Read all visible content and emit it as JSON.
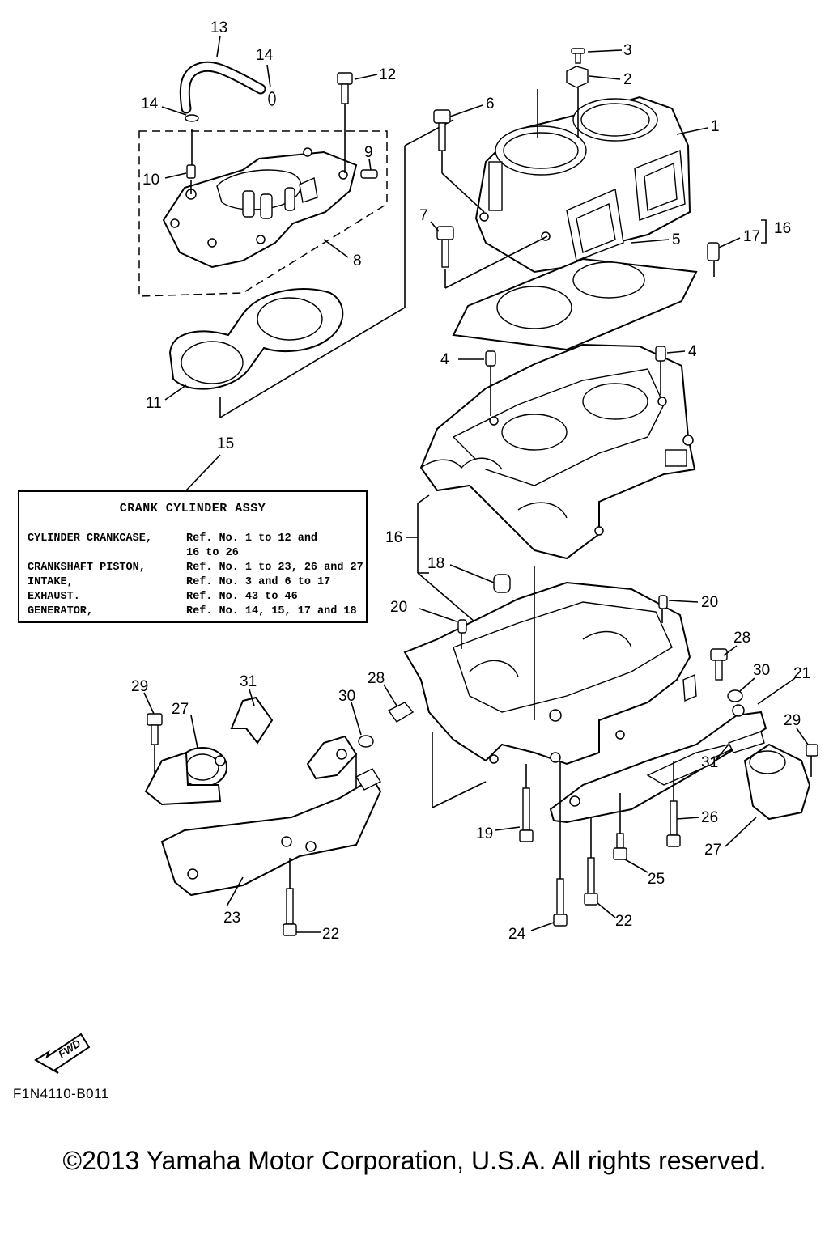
{
  "callouts": [
    "13",
    "14",
    "14",
    "12",
    "3",
    "2",
    "6",
    "1",
    "9",
    "10",
    "8",
    "7",
    "5",
    "17",
    "16",
    "11",
    "4",
    "4",
    "15",
    "16",
    "18",
    "20",
    "20",
    "28",
    "29",
    "31",
    "30",
    "28",
    "30",
    "21",
    "27",
    "29",
    "31",
    "19",
    "26",
    "27",
    "25",
    "23",
    "22",
    "24",
    "22"
  ],
  "assembly_box": {
    "title": "CRANK CYLINDER ASSY",
    "rows": [
      {
        "key": "CYLINDER CRANKCASE,",
        "value": "Ref. No. 1 to 12 and"
      },
      {
        "key": "",
        "value": "16 to 26"
      },
      {
        "key": "CRANKSHAFT PISTON,",
        "value": "Ref. No. 1 to 23, 26 and 27"
      },
      {
        "key": "INTAKE,",
        "value": "Ref. No. 3 and 6 to 17"
      },
      {
        "key": "EXHAUST.",
        "value": "Ref. No. 43 to 46"
      },
      {
        "key": "GENERATOR,",
        "value": "Ref. No. 14, 15, 17 and 18"
      }
    ]
  },
  "fwd_label": "FWD",
  "drawing_code": "F1N4110-B011",
  "copyright": "©2013 Yamaha Motor Corporation, U.S.A. All rights reserved."
}
